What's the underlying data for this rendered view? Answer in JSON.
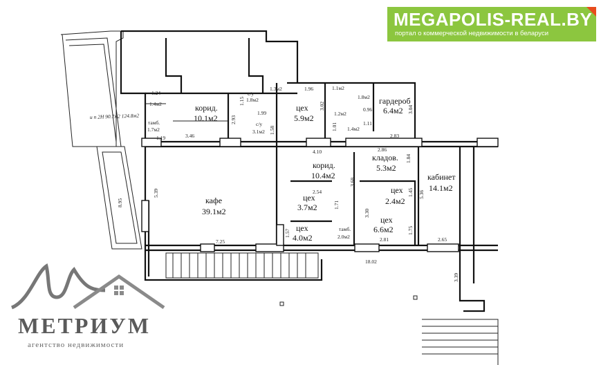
{
  "brand": {
    "title": "MEGAPOLIS-REAL.BY",
    "subtitle": "портал о коммерческой недвижимости в беларуси"
  },
  "watermark": {
    "name": "МЕТРИУМ",
    "tagline": "агентство недвижимости"
  },
  "plan": {
    "rooms": [
      {
        "id": "korid1",
        "name": "корид.",
        "area": "10.1м2"
      },
      {
        "id": "tamb1",
        "name": "тамб.",
        "area": "1.7м2"
      },
      {
        "id": "small1",
        "name": "",
        "area": "1.4м2"
      },
      {
        "id": "su1",
        "name": "с/у",
        "area": "1.8м2"
      },
      {
        "id": "su2",
        "name": "с/у",
        "area": "3.1м2"
      },
      {
        "id": "small2",
        "name": "",
        "area": "1.3м2"
      },
      {
        "id": "tseh1",
        "name": "цех",
        "area": "5.9м2"
      },
      {
        "id": "small3",
        "name": "",
        "area": "1.96"
      },
      {
        "id": "small4",
        "name": "",
        "area": "1.1м2"
      },
      {
        "id": "small5",
        "name": "",
        "area": "1.2м2"
      },
      {
        "id": "small6",
        "name": "",
        "area": "1.8м2"
      },
      {
        "id": "small7",
        "name": "",
        "area": "1.4м2"
      },
      {
        "id": "garderob",
        "name": "гардероб",
        "area": "6.4м2"
      },
      {
        "id": "kafe",
        "name": "кафе",
        "area": "39.1м2"
      },
      {
        "id": "korid2",
        "name": "корид.",
        "area": "10.4м2"
      },
      {
        "id": "kladov",
        "name": "кладов.",
        "area": "5.3м2"
      },
      {
        "id": "kabinet",
        "name": "кабинет",
        "area": "14.1м2"
      },
      {
        "id": "tseh2",
        "name": "цех",
        "area": "3.7м2"
      },
      {
        "id": "tseh3",
        "name": "цех",
        "area": "2.4м2"
      },
      {
        "id": "tseh4",
        "name": "цех",
        "area": "4.0м2"
      },
      {
        "id": "tamb2",
        "name": "тамб.",
        "area": "2.0м2"
      },
      {
        "id": "tseh5",
        "name": "цех",
        "area": "6.6м2"
      }
    ],
    "dimensions": [
      "1.24",
      "1.19",
      "3.46",
      "2.93",
      "1.15",
      "1.99",
      "1.58",
      "3.02",
      "1.01",
      "1.11",
      "0.96",
      "3.04",
      "2.83",
      "4.10",
      "2.86",
      "1.84",
      "3.68",
      "2.54",
      "1.71",
      "3.30",
      "1.45",
      "5.36",
      "1.75",
      "2.81",
      "2.65",
      "1.57",
      "7.25",
      "18.02",
      "3.39",
      "5.39",
      "8.95"
    ],
    "annotation": "и п 2Н 90.7м2\n124.8м2"
  }
}
